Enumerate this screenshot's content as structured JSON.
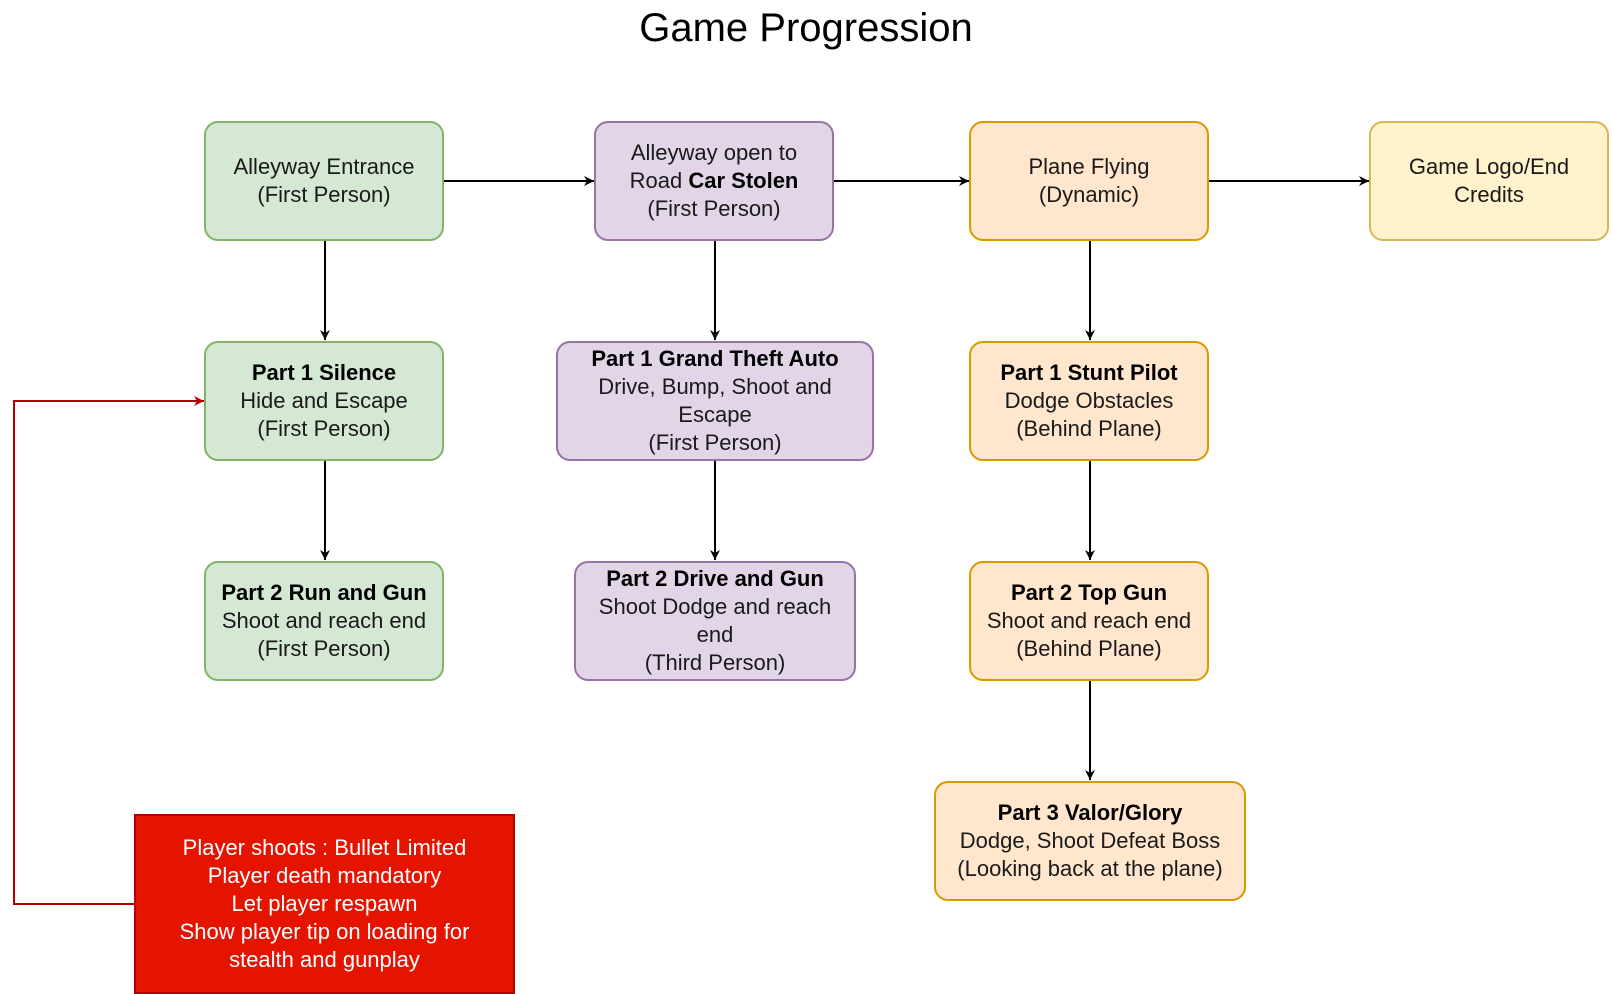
{
  "title": "Game Progression",
  "colors": {
    "green_fill": "#d5e8d4",
    "green_stroke": "#82b366",
    "purple_fill": "#e1d5e7",
    "purple_stroke": "#9673a6",
    "orange_fill": "#ffe6cc",
    "orange_stroke": "#d79b00",
    "yellow_fill": "#fff2cc",
    "yellow_stroke": "#d6b656",
    "note_fill": "#e51400",
    "note_stroke": "#b20000",
    "feedback_arrow": "#b20000"
  },
  "nodes": {
    "alleyway_entrance": {
      "line1": "Alleyway Entrance",
      "line2": "(First Person)"
    },
    "alleyway_open": {
      "line1": "Alleyway open to",
      "line2_prefix": "Road ",
      "line2_bold": "Car Stolen",
      "line3": "(First Person)"
    },
    "plane_flying": {
      "line1": "Plane Flying",
      "line2": "(Dynamic)"
    },
    "game_logo": {
      "line1": "Game Logo/End",
      "line2": "Credits"
    },
    "part1_silence": {
      "heading": "Part 1 Silence",
      "line1": "Hide and Escape",
      "line2": "(First Person)"
    },
    "part2_run_gun": {
      "heading": "Part 2 Run and Gun",
      "line1": "Shoot and reach end",
      "line2": "(First Person)"
    },
    "part1_gta": {
      "heading": "Part 1 Grand Theft Auto",
      "line1": "Drive, Bump, Shoot and",
      "line2": "Escape",
      "line3": "(First Person)"
    },
    "part2_drive_gun": {
      "heading": "Part 2 Drive and Gun",
      "line1": "Shoot Dodge and reach",
      "line2": "end",
      "line3": "(Third Person)"
    },
    "part1_stunt": {
      "heading": "Part 1 Stunt Pilot",
      "line1": "Dodge Obstacles",
      "line2": "(Behind Plane)"
    },
    "part2_top_gun": {
      "heading": "Part 2 Top Gun",
      "line1": "Shoot and reach end",
      "line2": "(Behind Plane)"
    },
    "part3_valor": {
      "heading": "Part 3 Valor/Glory",
      "line1": "Dodge, Shoot Defeat Boss",
      "line2": "(Looking back at the plane)"
    }
  },
  "note": {
    "line1": "Player shoots : Bullet Limited",
    "line2": "Player death mandatory",
    "line3": "Let player respawn",
    "line4": "Show player tip on loading for",
    "line5": "stealth and gunplay"
  }
}
